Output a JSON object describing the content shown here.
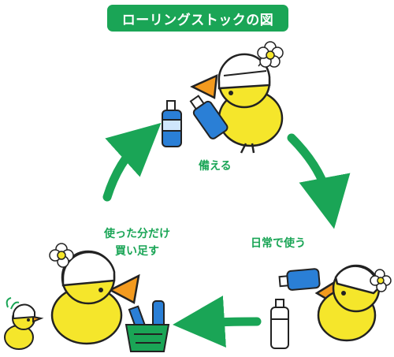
{
  "title": "ローリングストックの図",
  "steps": {
    "prepare": "備える",
    "daily": "日常で使う",
    "rebuy_line1": "使った分だけ",
    "rebuy_line2": "買い足す"
  },
  "colors": {
    "green": "#1aa556",
    "yellow": "#f5e62b",
    "orange": "#f39a1e",
    "bottle_blue": "#2a7fd6",
    "outline": "#222222"
  },
  "icons": [
    "chick-with-helmet",
    "water-bottle",
    "flower",
    "shopping-basket",
    "cycle-arrow"
  ]
}
